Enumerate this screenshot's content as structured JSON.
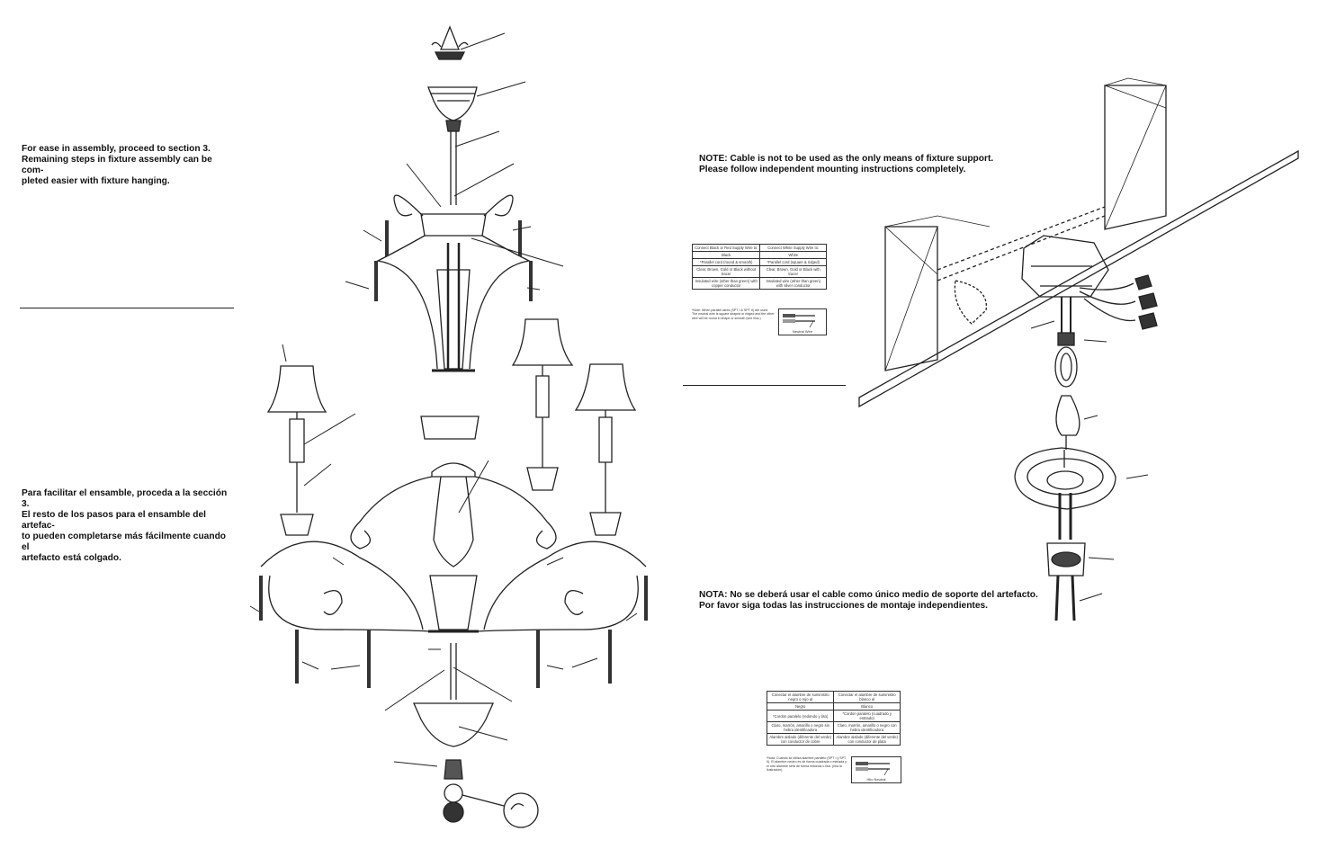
{
  "assembly_note": {
    "english": [
      "For ease in assembly, proceed to section 3.",
      "Remaining steps in fixture assembly can be com-",
      "pleted easier with fixture hanging."
    ],
    "spanish": [
      "Para facilitar el ensamble, proceda a la sección 3.",
      "El resto de los pasos para el ensamble del artefac-",
      "to pueden completarse más fácilmente cuando el",
      "artefacto está colgado."
    ]
  },
  "cable_note": {
    "english": [
      "NOTE: Cable is not to be used as the only means of fixture support.",
      "Please follow independent mounting instructions completely."
    ],
    "spanish": [
      "NOTA:  No se deberá usar el cable como único medio de soporte del artefacto.",
      "Por favor siga todas las instrucciones de montaje independientes."
    ]
  },
  "wiring_table_en": {
    "headers": [
      "Connect Black or Red Supply Wire to:",
      "Connect White Supply Wire to:"
    ],
    "rows": [
      [
        "Black",
        "White"
      ],
      [
        "*Parallel cord (round & smooth)",
        "*Parallel cord (square & ridged)"
      ],
      [
        "Clear, Brown, Gold or Black without tracer",
        "Clear, Brown, Gold or Black with tracer"
      ],
      [
        "Insulated wire (other than green) with copper conductor",
        "Insulated wire (other than green) with silver conductor"
      ]
    ],
    "footnote": "*Note: When parallel wires (SPT I & SPT II) are used. The neutral wire is square shaped or ridged and the other wire will be round in shape or smooth (see illus.)",
    "legend_label": "Neutral Wire"
  },
  "wiring_table_es": {
    "headers": [
      "Conectar el alambre de suministro negro o rojo al",
      "Conectar el alambre de suministro blanco al"
    ],
    "rows": [
      [
        "Negro",
        "Blanco"
      ],
      [
        "*Cordon paralelo (redondo y liso)",
        "*Cordon paralelo (cuadrado y estriado)"
      ],
      [
        "Claro, marrón, amarillo o negro sin hebra identificadora",
        "Claro, marrón, amarillo o negro con hebra identificadora"
      ],
      [
        "Alambre aislado (diferente del verde) con conductor de cobre",
        "Alambre aislado (diferente del verde) con conductor de plata"
      ]
    ],
    "footnote": "*Nota: Cuando se utiliza alambre paralelo (SPT I y SPT II). El alambre neutro es de forma cuadrada o estriada y el otro alambre será de forma redonda o lisa. (Vea la ilustración).",
    "legend_label": "Hilo Neutral"
  }
}
